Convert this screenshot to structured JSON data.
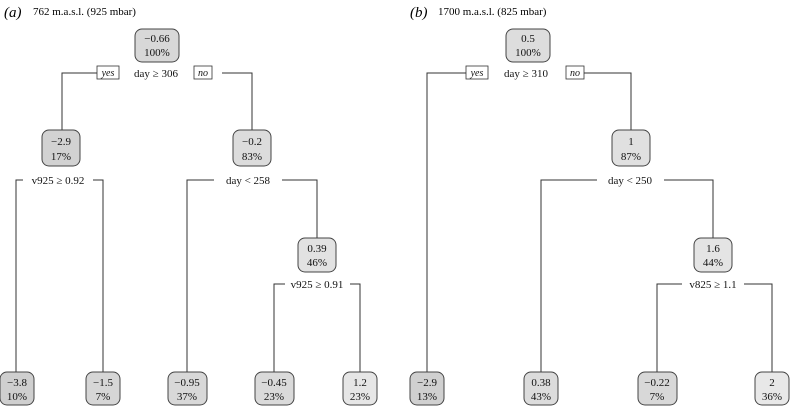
{
  "panels": [
    {
      "letter": "(a)",
      "title": "762 m.a.s.l. (925 mbar)",
      "nodes": {
        "root": {
          "value": "−0.66",
          "pct": "100%",
          "fill": "#d8d8d8"
        },
        "n_left": {
          "value": "−2.9",
          "pct": "17%",
          "fill": "#d2d2d2"
        },
        "n_right": {
          "value": "−0.2",
          "pct": "83%",
          "fill": "#dcdcdc"
        },
        "n_rr": {
          "value": "0.39",
          "pct": "46%",
          "fill": "#e2e2e2"
        },
        "l1": {
          "value": "−3.8",
          "pct": "10%",
          "fill": "#cfcfcf"
        },
        "l2": {
          "value": "−1.5",
          "pct": "7%",
          "fill": "#d6d6d6"
        },
        "l3": {
          "value": "−0.95",
          "pct": "37%",
          "fill": "#d8d8d8"
        },
        "l4": {
          "value": "−0.45",
          "pct": "23%",
          "fill": "#dadada"
        },
        "l5": {
          "value": "1.2",
          "pct": "23%",
          "fill": "#e6e6e6"
        }
      },
      "splits": {
        "root": "day ≥ 306",
        "n_left": "v925 ≥ 0.92",
        "n_right": "day < 258",
        "n_rr": "v925 ≥ 0.91"
      },
      "yes_label": "yes",
      "no_label": "no"
    },
    {
      "letter": "(b)",
      "title": "1700 m.a.s.l. (825 mbar)",
      "nodes": {
        "root": {
          "value": "0.5",
          "pct": "100%",
          "fill": "#dddddd"
        },
        "n_right": {
          "value": "1",
          "pct": "87%",
          "fill": "#e0e0e0"
        },
        "n_rr": {
          "value": "1.6",
          "pct": "44%",
          "fill": "#e4e4e4"
        },
        "l1": {
          "value": "−2.9",
          "pct": "13%",
          "fill": "#d0d0d0"
        },
        "l2": {
          "value": "0.38",
          "pct": "43%",
          "fill": "#dcdcdc"
        },
        "l3": {
          "value": "−0.22",
          "pct": "7%",
          "fill": "#d8d8d8"
        },
        "l4": {
          "value": "2",
          "pct": "36%",
          "fill": "#e8e8e8"
        }
      },
      "splits": {
        "root": "day ≥ 310",
        "n_right": "day < 250",
        "n_rr": "v825 ≥ 1.1"
      },
      "yes_label": "yes",
      "no_label": "no"
    }
  ]
}
